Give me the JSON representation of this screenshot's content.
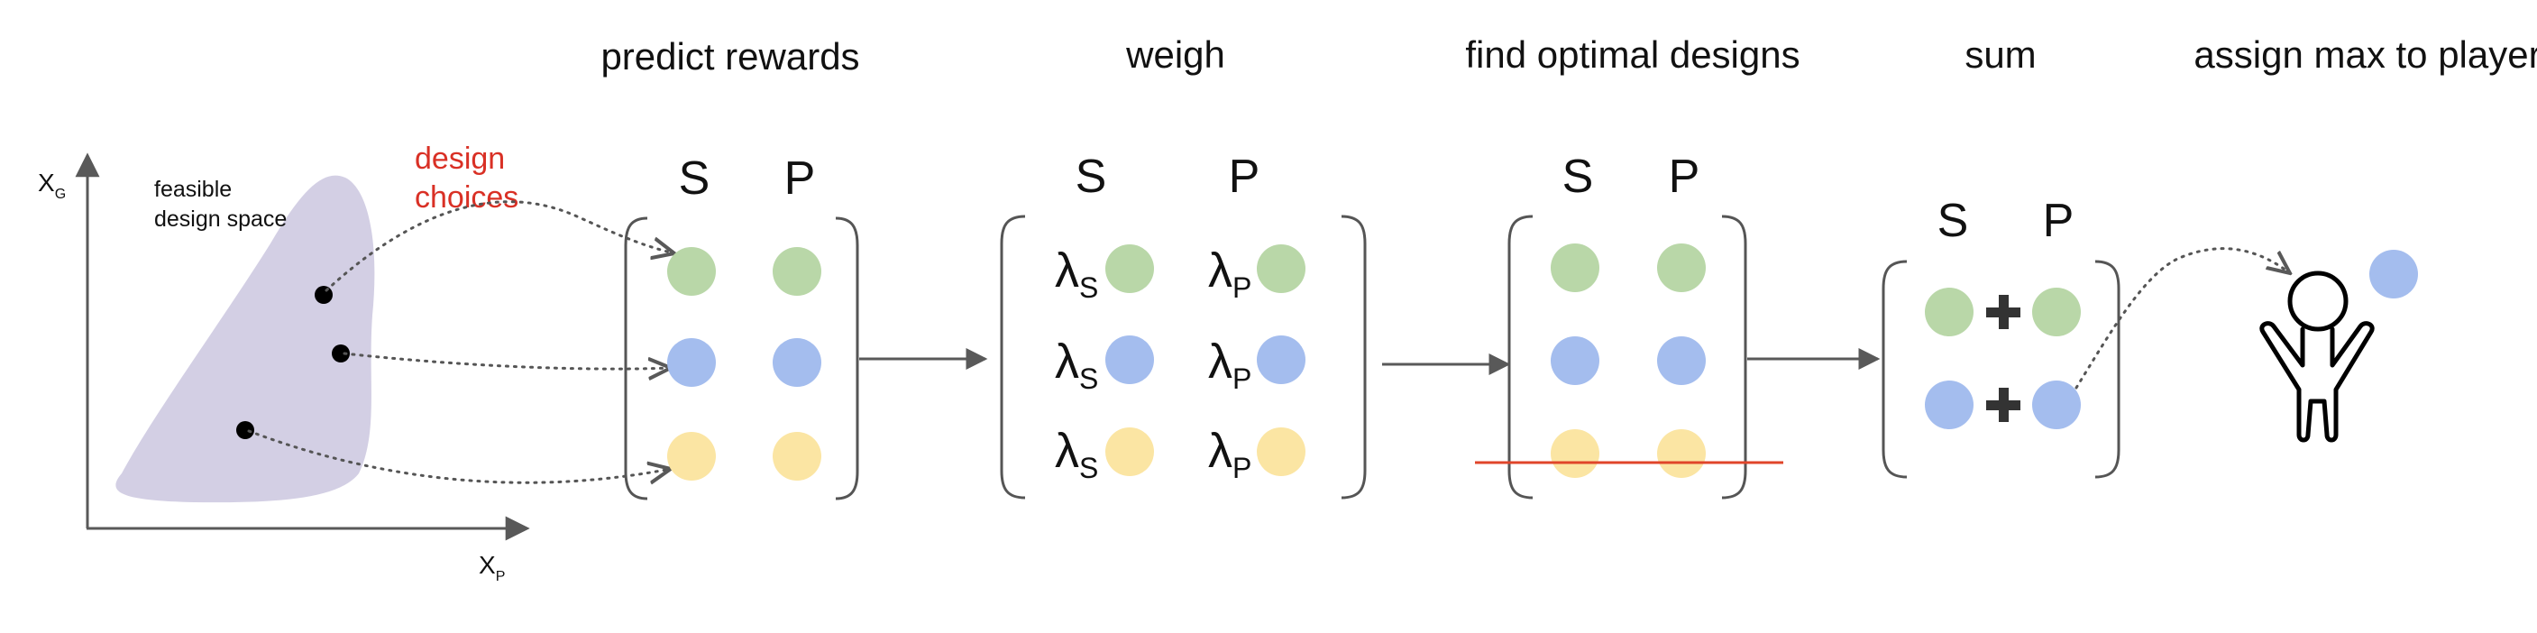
{
  "steps": [
    {
      "title": "predict rewards"
    },
    {
      "title": "weigh"
    },
    {
      "title": "find optimal designs"
    },
    {
      "title": "sum"
    },
    {
      "title": "assign max to player"
    }
  ],
  "design_space": {
    "x_axis_label": "X",
    "x_axis_subscript": "P",
    "y_axis_label": "X",
    "y_axis_subscript": "G",
    "region_label_line1": "feasible",
    "region_label_line2": "design space",
    "choices_label_line1": "design",
    "choices_label_line2": "choices"
  },
  "matrix": {
    "col_s": "S",
    "col_p": "P",
    "lambda_symbol": "λ",
    "lambda_s_subscript": "S",
    "lambda_p_subscript": "P",
    "plus_symbol": "✚"
  },
  "colors": {
    "green": "#b9d7a8",
    "blue": "#a4bdee",
    "yellow": "#fbe5a3",
    "region": "#d3cfe4",
    "arrow": "#595959",
    "red_label": "#d93025",
    "strike_line": "#e0452a"
  },
  "icons": {
    "player": "person-icon",
    "assigned_design": "blue-dot-icon"
  }
}
